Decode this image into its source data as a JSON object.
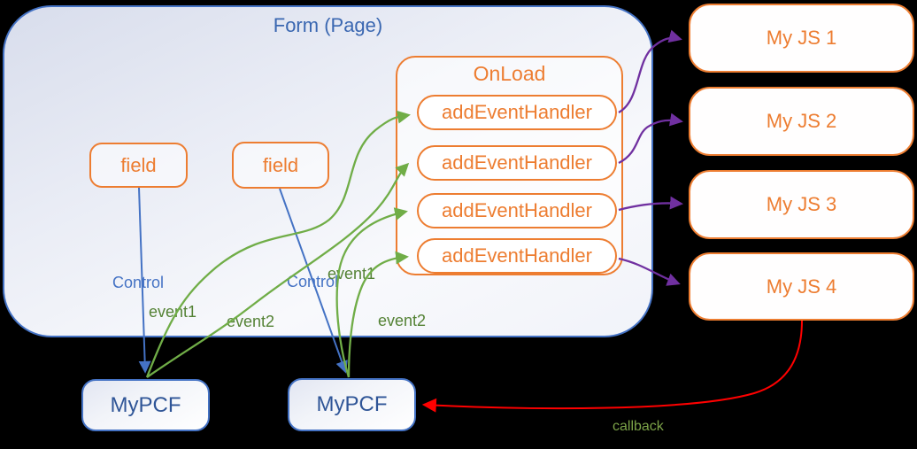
{
  "diagram": {
    "form": {
      "title": "Form (Page)"
    },
    "fields": [
      "field",
      "field"
    ],
    "onload": {
      "title": "OnLoad",
      "handlers": [
        "addEventHandler",
        "addEventHandler",
        "addEventHandler",
        "addEventHandler"
      ]
    },
    "js_modules": [
      "My JS 1",
      "My JS 2",
      "My JS 3",
      "My JS 4"
    ],
    "pcf_controls": [
      "MyPCF",
      "MyPCF"
    ],
    "edge_labels": {
      "control1": "Control",
      "control2": "Control",
      "event1a": "event1",
      "event2a": "event2",
      "event1b": "event1",
      "event2b": "event2",
      "callback": "callback"
    },
    "colors": {
      "orange": "#ED7D31",
      "blue": "#4472C4",
      "blue_text": "#3A67B1",
      "pcf_text": "#2F5597",
      "green_arrow": "#70AD47",
      "green_label": "#548235",
      "callback_label": "#7CA348",
      "purple": "#7030A0",
      "red": "#FF0000",
      "background": "#000000"
    }
  }
}
